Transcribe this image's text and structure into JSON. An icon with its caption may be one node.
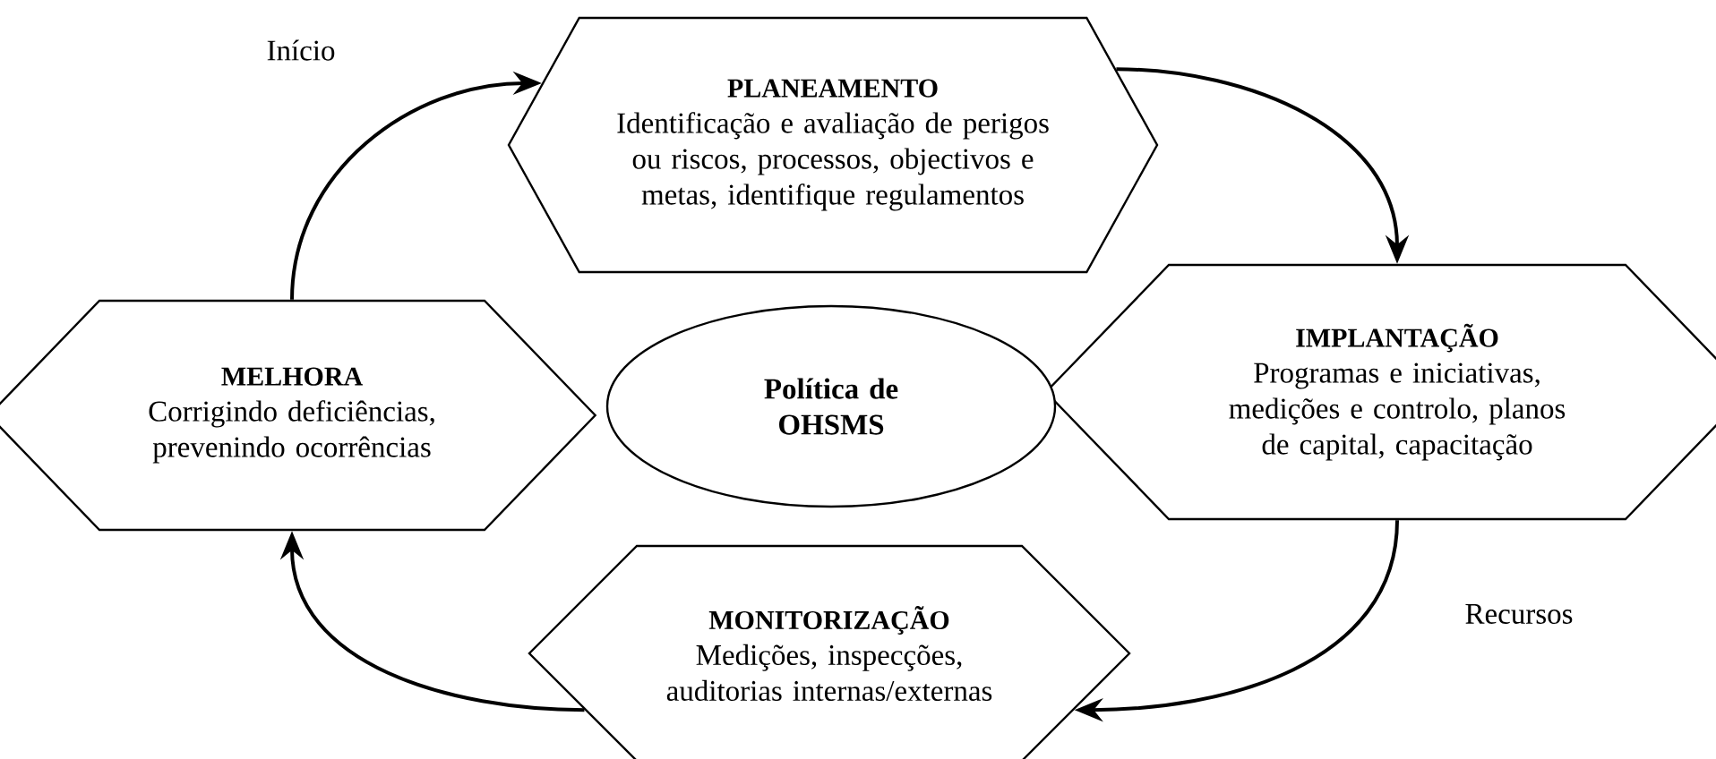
{
  "diagram": {
    "nodes": [
      {
        "text": [
          "PLANEAMENTO",
          "Identificação e avaliação de perigos ou riscos, processos, objectivos e metas, identifique regulamentos"
        ]
      },
      {
        "text": [
          "IMPLANTAÇÃO",
          "Programas e iniciativas, medições e controlo, planos de capital, capacitação"
        ]
      },
      {
        "text": [
          "MONITORIZAÇÃO",
          "Medições, inspecções, auditorias internas/externas"
        ]
      },
      {
        "text": [
          "MELHORA",
          "Corrigindo deficiências, prevenindo ocorrências"
        ]
      },
      {
        "text": [
          "Política de OHSMS"
        ]
      }
    ],
    "edges": [
      {
        "from": 3,
        "to": 0,
        "arrow": "to"
      },
      {
        "from": 0,
        "to": 1,
        "arrow": "to"
      },
      {
        "from": 1,
        "to": 2,
        "arrow": "to"
      },
      {
        "from": 2,
        "to": 3,
        "arrow": "to"
      }
    ],
    "labels": [
      "Início",
      "Recursos"
    ]
  }
}
